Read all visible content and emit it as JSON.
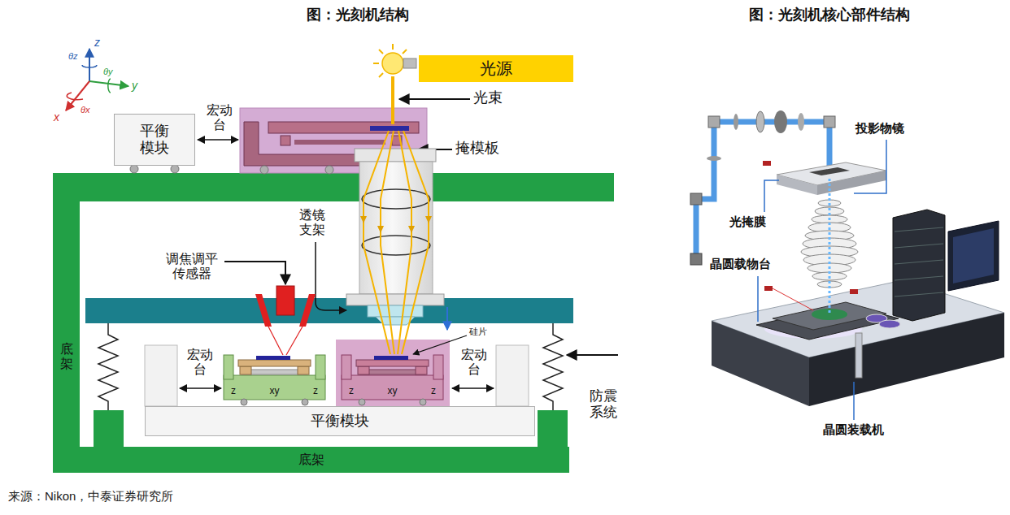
{
  "diagram": {
    "title": "图：光刻机结构",
    "caption": "来源：Nikon，中泰证券研究所",
    "nodes": [
      {
        "text": [
          "平衡 模块"
        ]
      },
      {
        "text": [
          "光源"
        ]
      },
      {
        "text": [
          "平衡模块"
        ]
      },
      {
        "text": [
          "底架"
        ]
      },
      {
        "text": [
          "底架"
        ]
      },
      {
        "text": [
          "z",
          "xy",
          "z"
        ]
      },
      {
        "text": [
          "z",
          "xy",
          "z"
        ]
      }
    ],
    "labels": [
      "图：光刻机核心部件结构",
      "z",
      "y",
      "x",
      "θz",
      "θy",
      "θx",
      "宏动 台",
      "光束",
      "掩模板",
      "透镜 支架",
      "调焦调平 传感器",
      "硅片",
      "宏动 台",
      "宏动 台",
      "防震 系统",
      "投影物镜",
      "光掩膜",
      "晶圆载物台",
      "晶圆装载机"
    ]
  }
}
